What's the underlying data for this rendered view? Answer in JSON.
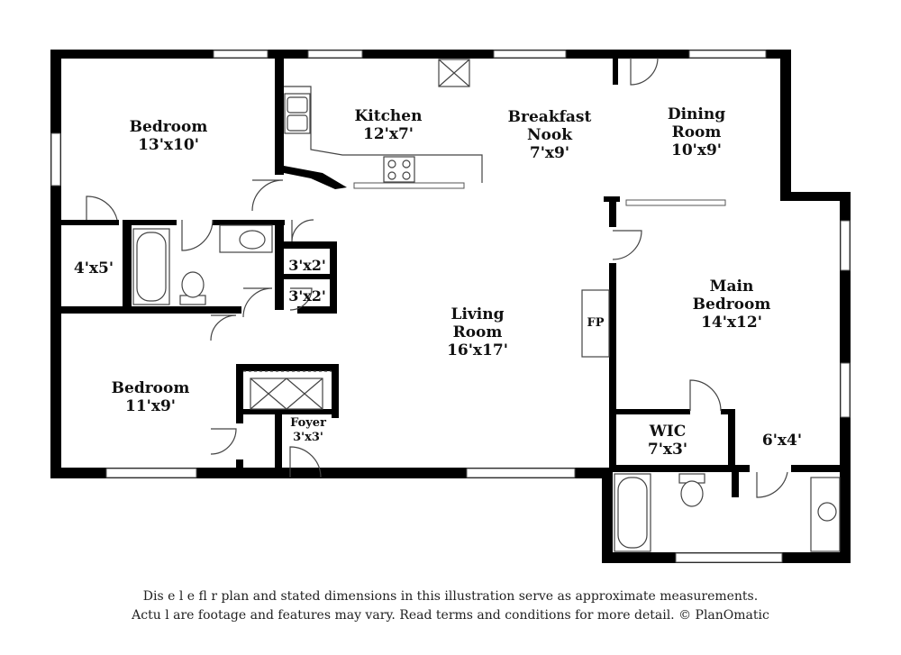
{
  "rooms": {
    "bedroom_top": {
      "name": "Bedroom",
      "size": "13'x10'"
    },
    "kitchen": {
      "name": "Kitchen",
      "size": "12'x7'"
    },
    "breakfast_nook": {
      "name_line1": "Breakfast",
      "name_line2": "Nook",
      "size": "7'x9'"
    },
    "dining_room": {
      "name_line1": "Dining",
      "name_line2": "Room",
      "size": "10'x9'"
    },
    "closet_4x5": {
      "size": "4'x5'"
    },
    "closet_a": {
      "size": "3'x2'"
    },
    "closet_b": {
      "size": "3'x2'"
    },
    "living_room": {
      "name_line1": "Living",
      "name_line2": "Room",
      "size": "16'x17'"
    },
    "fireplace": {
      "label": "FP"
    },
    "main_bedroom": {
      "name_line1": "Main",
      "name_line2": "Bedroom",
      "size": "14'x12'"
    },
    "bedroom_bottom": {
      "name": "Bedroom",
      "size": "11'x9'"
    },
    "foyer": {
      "name": "Foyer",
      "size": "3'x3'"
    },
    "wic": {
      "name": "WIC",
      "size": "7'x3'"
    },
    "closet_6x4": {
      "size": "6'x4'"
    }
  },
  "disclaimer": {
    "line1": "Dis      e      l      e fl   r plan and stated dimensions in this illustration serve as approximate measurements.",
    "line2": "Actu   l   are footage and features may vary. Read terms and conditions for more detail. © PlanOmatic"
  }
}
